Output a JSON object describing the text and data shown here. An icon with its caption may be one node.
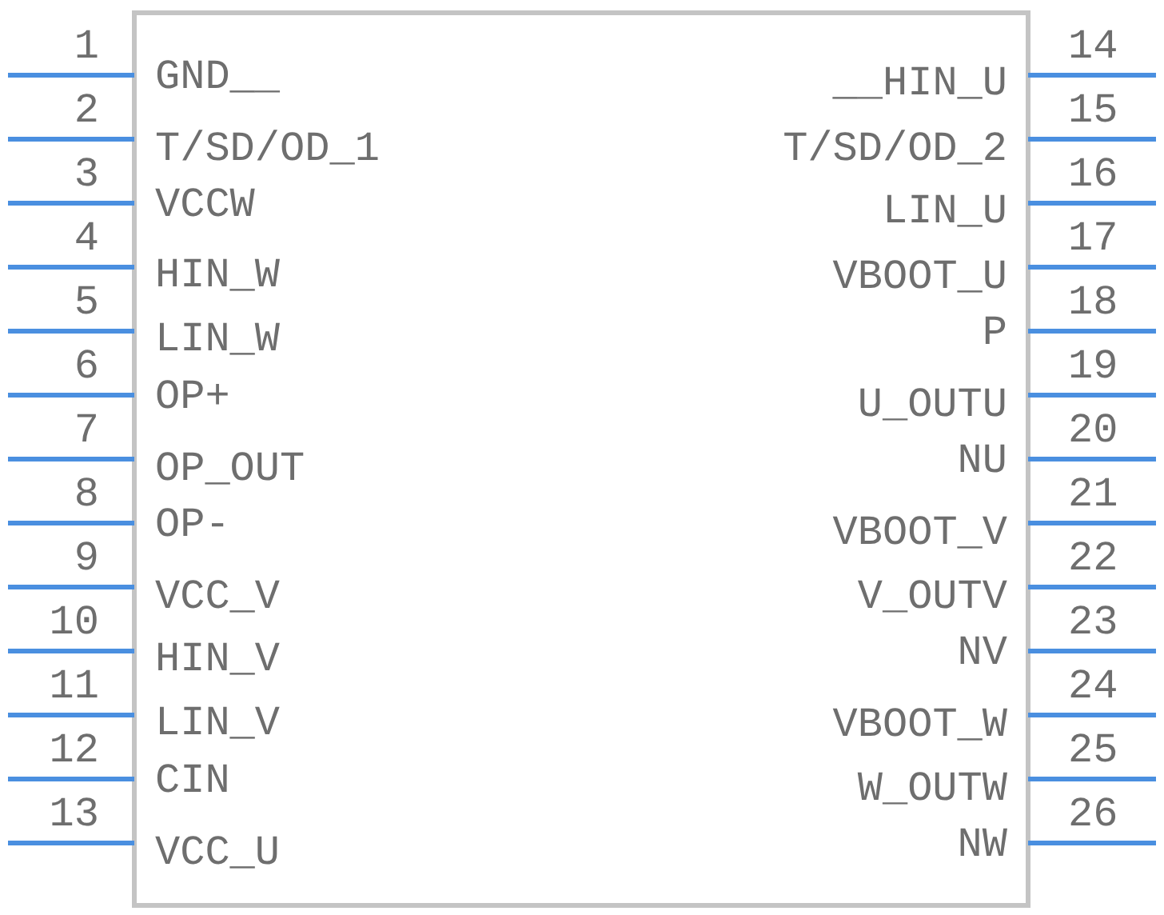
{
  "diagram": {
    "nodes": [
      {
        "text": [],
        "shape": "box"
      }
    ],
    "labels": [
      "1",
      "GND__",
      "__HIN_U",
      "14",
      "2",
      "T/SD/OD_1",
      "T/SD/OD_2",
      "15",
      "3",
      "VCCW",
      "LIN_U",
      "16",
      "4",
      "HIN_W",
      "VBOOT_U",
      "17",
      "5",
      "LIN_W",
      "P",
      "18",
      "6",
      "OP+",
      "U_OUTU",
      "19",
      "7",
      "OP_OUT",
      "NU",
      "20",
      "8",
      "OP-",
      "VBOOT_V",
      "21",
      "9",
      "VCC_V",
      "V_OUTV",
      "22",
      "10",
      "HIN_V",
      "NV",
      "23",
      "11",
      "LIN_V",
      "VBOOT_W",
      "24",
      "12",
      "CIN",
      "W_OUTW",
      "25",
      "13",
      "VCC_U",
      "NW",
      "26"
    ]
  }
}
